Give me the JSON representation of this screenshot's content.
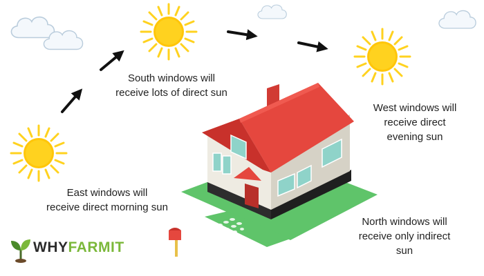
{
  "labels": {
    "south": [
      "South windows will",
      "receive lots of direct sun"
    ],
    "west": [
      "West windows will",
      "receive direct",
      "evening sun"
    ],
    "east": [
      "East windows will",
      "receive direct morning sun"
    ],
    "north": [
      "North windows will",
      "receive only indirect",
      "sun"
    ]
  },
  "logo": {
    "text_part1": "WHY",
    "text_part2": "FARMIT"
  },
  "colors": {
    "sun": "#FFD21F",
    "sun_core": "#FFC60A",
    "roof": "#E5473E",
    "roof_dark": "#C8312B",
    "wall": "#EEEBE2",
    "wall_shade": "#D6D2C6",
    "window": "#8FD3C9",
    "grass": "#5FC46A",
    "cloud_fill": "#F4F8FC",
    "cloud_stroke": "#B9CCDC",
    "logo_green": "#7BB83A"
  },
  "icons": [
    "sun-icon",
    "cloud-icon",
    "arrow-icon",
    "house-illustration",
    "mailbox-icon",
    "sprout-icon"
  ]
}
